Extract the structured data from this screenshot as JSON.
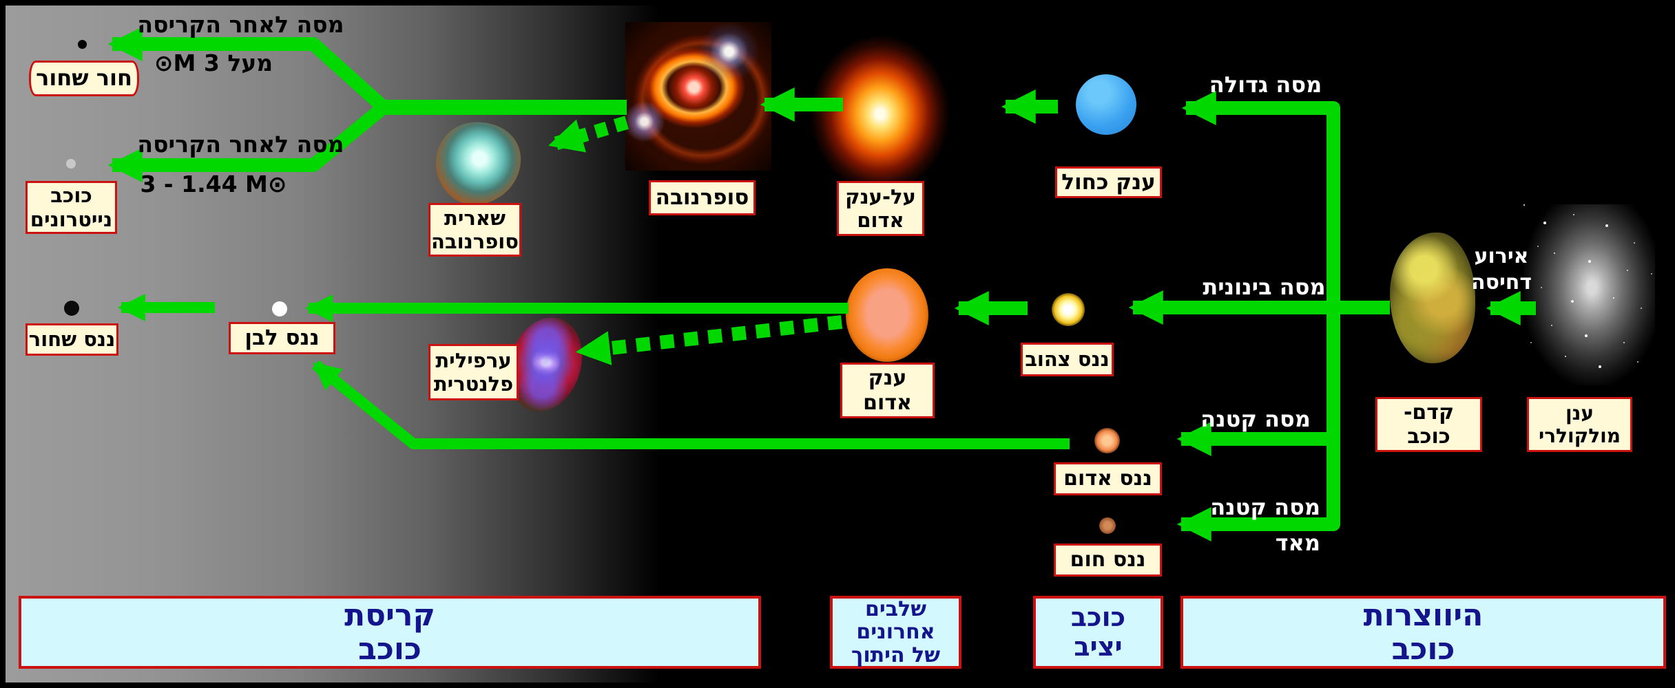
{
  "labels": {
    "black_hole": "חור שחור",
    "neutron_star": "כוכב\nנייטרונים",
    "supernova_remnant": "שארית\nסופרנובה",
    "supernova": "סופרנובה",
    "red_supergiant": "על-ענק\nאדום",
    "blue_giant": "ענק כחול",
    "red_giant": "ענק\nאדום",
    "yellow_dwarf": "ננס צהוב",
    "white_dwarf": "ננס לבן",
    "black_dwarf": "ננס שחור",
    "planetary_nebula": "ערפילית\nפלנטרית",
    "red_dwarf": "ננס אדום",
    "brown_dwarf": "ננס חום",
    "protostar": "קדם-\nכוכב",
    "molecular_cloud": "ענן\nמולקולרי"
  },
  "annotations": {
    "mass_after_collapse_high": {
      "title": "מסה לאחר הקריסה",
      "value": "מעל 3 M⊙"
    },
    "mass_after_collapse_mid": {
      "title": "מסה לאחר הקריסה",
      "value": "3 - 1.44 M⊙"
    },
    "mass_large": "מסה גדולה",
    "mass_medium": "מסה בינונית",
    "mass_small": "מסה קטנה",
    "mass_very_small": "מסה קטנה\nמאד",
    "compression_event": "אירוע\nדחיסה"
  },
  "bars": {
    "star_collapse": "קריסת\nכוכב",
    "fusion_final_stages": "שלבים\nאחרונים\nשל היתוך",
    "stable_star": "כוכב\nיציב",
    "star_formation": "היווצרות\nכוכב"
  },
  "colors": {
    "arrow_green": "#00d800",
    "label_bg": "#fff9d8",
    "label_border": "#cc1111",
    "bar_bg": "#d3f8fe",
    "bar_text": "#14148c"
  }
}
